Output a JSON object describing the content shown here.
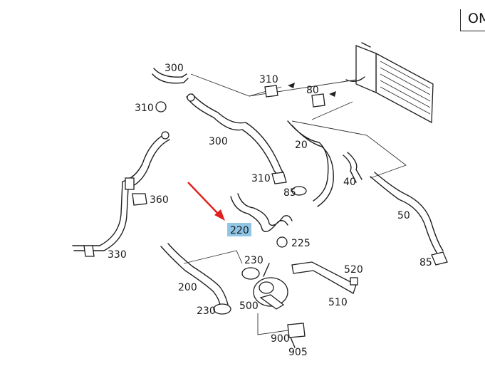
{
  "corner_label": "OM",
  "highlight_color": "#8fc6e6",
  "arrow_color": "#e02020",
  "callouts": [
    {
      "id": "300a",
      "text": "300"
    },
    {
      "id": "310a",
      "text": "310"
    },
    {
      "id": "80",
      "text": "80"
    },
    {
      "id": "310b",
      "text": "310"
    },
    {
      "id": "300b",
      "text": "300"
    },
    {
      "id": "20",
      "text": "20"
    },
    {
      "id": "310c",
      "text": "310"
    },
    {
      "id": "85a",
      "text": "85"
    },
    {
      "id": "40",
      "text": "40"
    },
    {
      "id": "360",
      "text": "360"
    },
    {
      "id": "50",
      "text": "50"
    },
    {
      "id": "220",
      "text": "220"
    },
    {
      "id": "225",
      "text": "225"
    },
    {
      "id": "330",
      "text": "330"
    },
    {
      "id": "85b",
      "text": "85"
    },
    {
      "id": "230a",
      "text": "230"
    },
    {
      "id": "520",
      "text": "520"
    },
    {
      "id": "200",
      "text": "200"
    },
    {
      "id": "500",
      "text": "500"
    },
    {
      "id": "510",
      "text": "510"
    },
    {
      "id": "230b",
      "text": "230"
    },
    {
      "id": "900",
      "text": "900"
    },
    {
      "id": "905",
      "text": "905"
    }
  ]
}
